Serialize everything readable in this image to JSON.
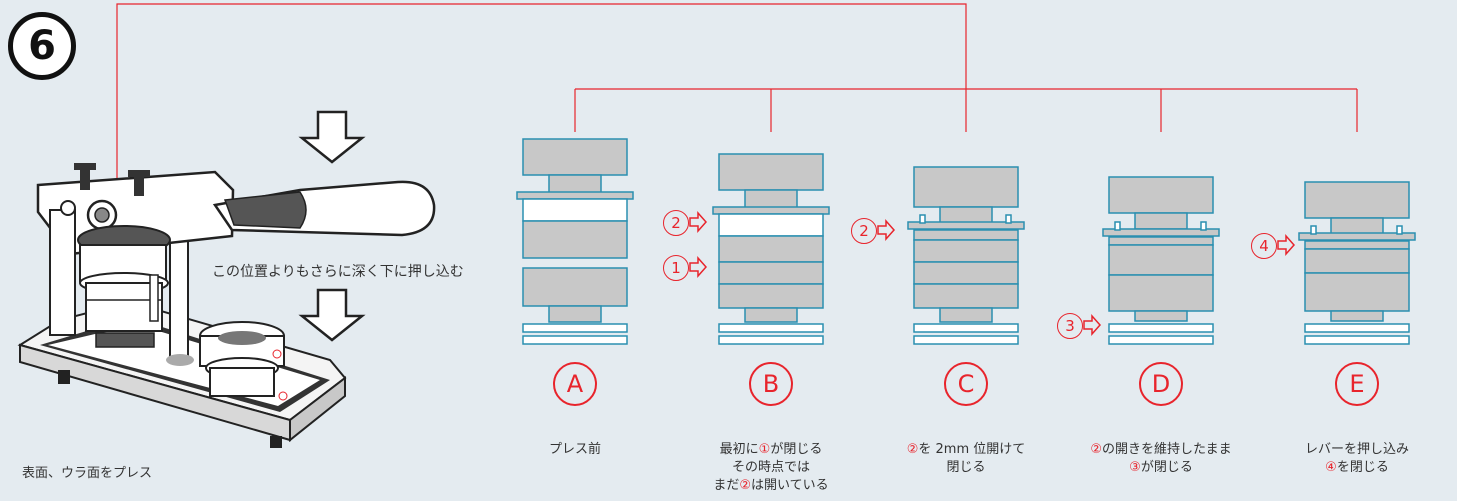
{
  "step_number": "6",
  "machine_caption": "表面、ウラ面をプレス",
  "press_instruction": "この位置よりもさらに深く下に押し込む",
  "colors": {
    "accent": "#e8242c",
    "block_fill": "#c8c8c8",
    "block_stroke": "#2a8fb0",
    "background": "#e4ebf0"
  },
  "stages": [
    {
      "letter": "A",
      "caption_lines": [
        "プレス前"
      ]
    },
    {
      "letter": "B",
      "caption_lines": [
        "最初に",
        "①",
        "が閉じる",
        "その時点では",
        "まだ",
        "②",
        "は開いている"
      ]
    },
    {
      "letter": "C",
      "caption_lines": [
        "②",
        "を 2mm 位開けて",
        "閉じる"
      ]
    },
    {
      "letter": "D",
      "caption_lines": [
        "②",
        "の開きを維持したまま",
        "③",
        "が閉じる"
      ]
    },
    {
      "letter": "E",
      "caption_lines": [
        "レバーを押し込み",
        "④",
        "を閉じる"
      ]
    }
  ],
  "markers": {
    "b_top": "2",
    "b_bottom": "1",
    "c_mark": "2",
    "d_mark": "3",
    "e_mark": "4"
  },
  "icons": {
    "arrow": "down-arrow-icon",
    "pointer": "right-arrow-icon"
  }
}
